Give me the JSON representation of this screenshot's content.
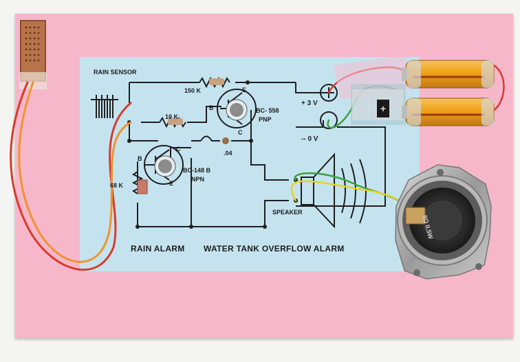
{
  "schematic": {
    "title": "RAIN SENSOR",
    "resistor_150k": "150 K",
    "resistor_10k": "10 K",
    "resistor_68k": "68 K",
    "capacitor": ".04",
    "pnp_label": "BC- 558",
    "pnp_type": "PNP",
    "npn_label": "BC-148 B",
    "npn_type": "NPN",
    "pnp_e": "E",
    "pnp_b": "B",
    "pnp_c": "C",
    "npn_b": "B",
    "npn_c": "C",
    "npn_e": "E",
    "supply_pos": "+ 3 V",
    "supply_neg": "-- 0 V",
    "speaker_label": "SPEAKER",
    "caption_left": "RAIN ALARM",
    "caption_right": "WATER TANK OVERFLOW ALARM"
  },
  "speaker_print": "8Ω 0.5W",
  "colors": {
    "board": "#f6b7cb",
    "card": "#c4e3ef",
    "wire_red": "#d9392b",
    "wire_orange": "#f0932d",
    "wire_green": "#3aa23a",
    "wire_yellow": "#e8d21f",
    "battery_gold": "#f2a417"
  }
}
